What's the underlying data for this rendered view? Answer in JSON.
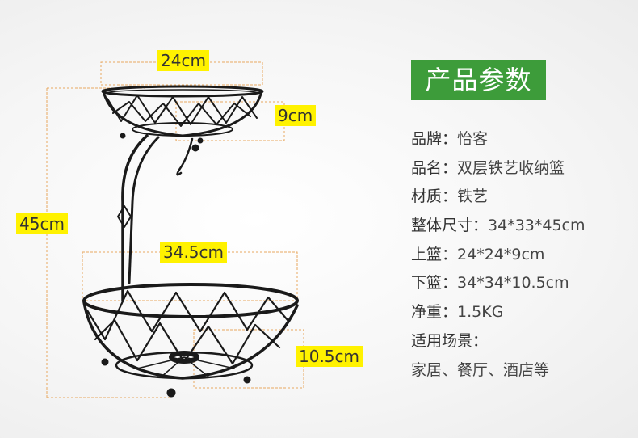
{
  "dimensions": {
    "top_width": "24cm",
    "top_height": "9cm",
    "total_height": "45cm",
    "bottom_width": "34.5cm",
    "bottom_height": "10.5cm"
  },
  "section_title": "产品参数",
  "specs": [
    {
      "label": "品牌：",
      "value": "怡客"
    },
    {
      "label": "品名：",
      "value": "双层铁艺收纳篮"
    },
    {
      "label": "材质：",
      "value": "铁艺"
    },
    {
      "label": "整体尺寸：",
      "value": "34*33*45cm"
    },
    {
      "label": "上篮：",
      "value": "24*24*9cm"
    },
    {
      "label": "下篮：",
      "value": "34*34*10.5cm"
    },
    {
      "label": "净重：",
      "value": "1.5KG"
    },
    {
      "label": "适用场景：",
      "value": ""
    },
    {
      "label": "",
      "value": "家居、餐厅、酒店等"
    }
  ],
  "colors": {
    "accent": "#3d9c3a",
    "label_bg": "#fff200",
    "guide": "#e8a860",
    "metal": "#1a1a1a"
  }
}
